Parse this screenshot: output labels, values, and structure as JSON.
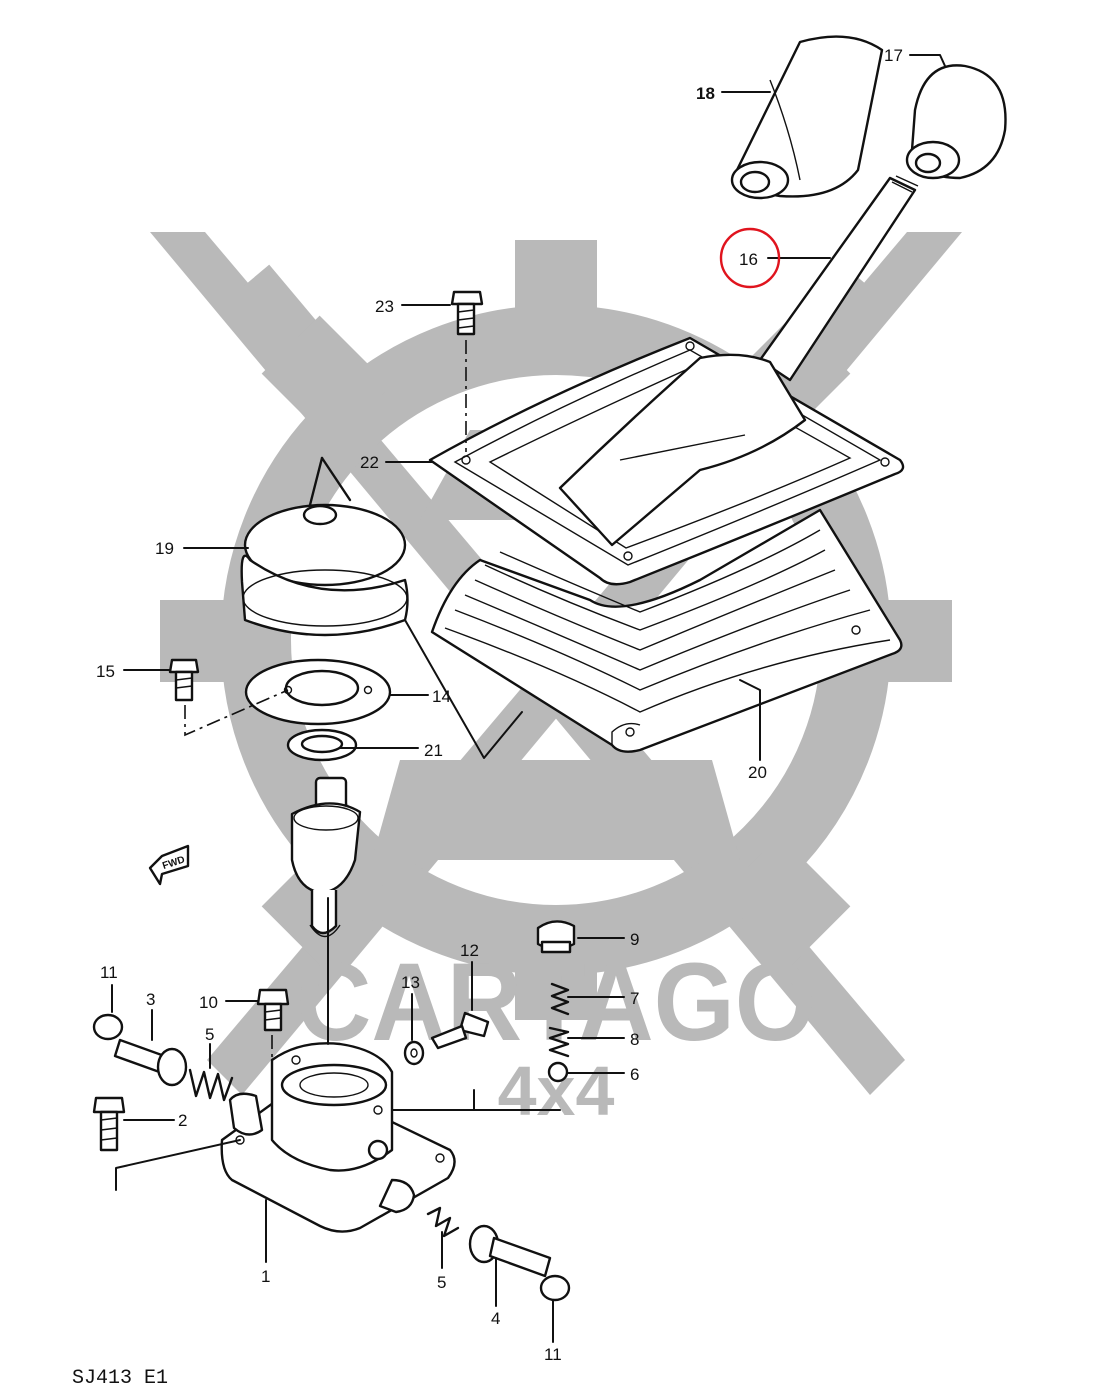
{
  "watermark": {
    "brand": "CARTAGO",
    "sub": "4x4"
  },
  "diagram_code": "SJ413 E1",
  "direction_marker": "FWD",
  "highlight_color": "#e0141e",
  "callouts": {
    "n1": "1",
    "n2": "2",
    "n3": "3",
    "n4": "4",
    "n5a": "5",
    "n5b": "5",
    "n6": "6",
    "n7": "7",
    "n8": "8",
    "n9": "9",
    "n10": "10",
    "n11a": "11",
    "n11b": "11",
    "n12": "12",
    "n13": "13",
    "n14": "14",
    "n15": "15",
    "n16": "16",
    "n17": "17",
    "n18": "18",
    "n19": "19",
    "n20": "20",
    "n21": "21",
    "n22": "22",
    "n23": "23"
  }
}
